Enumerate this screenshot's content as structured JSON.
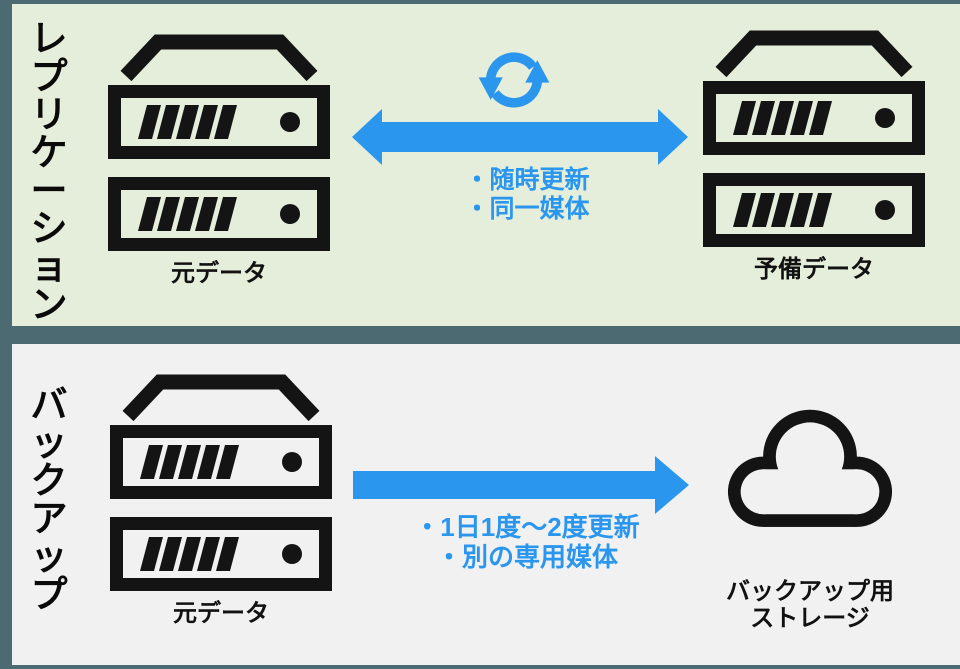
{
  "colors": {
    "page_background": "#4c6a72",
    "replication_background": "#e4eeda",
    "backup_background": "#f1f1f2",
    "accent_blue": "#2b96ee",
    "icon_black": "#141414"
  },
  "sections": {
    "replication": {
      "title": "レプリケーション",
      "source_label": "元データ",
      "target_label": "予備データ",
      "arrow_type": "bidirectional",
      "notes": "・随時更新\n・同一媒体"
    },
    "backup": {
      "title": "バックアップ",
      "source_label": "元データ",
      "target_label": "バックアップ用\nストレージ",
      "arrow_type": "unidirectional",
      "notes": "・1日1度〜2度更新\n・別の専用媒体"
    }
  }
}
